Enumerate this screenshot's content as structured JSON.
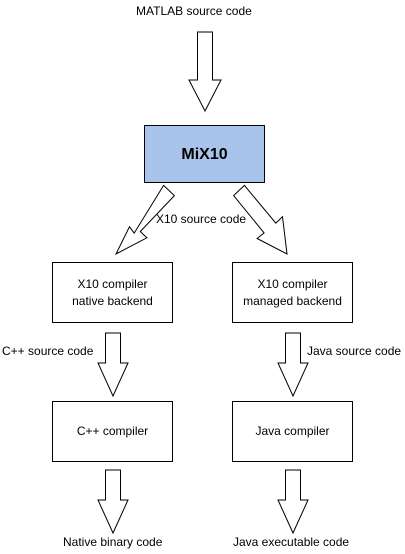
{
  "labels": {
    "matlab_source": "MATLAB source code",
    "x10_source": "X10 source code",
    "cpp_source": "C++ source code",
    "java_source": "Java source code",
    "native_binary": "Native binary code",
    "java_executable": "Java executable code"
  },
  "boxes": {
    "mix10": "MiX10",
    "x10_native_line1": "X10 compiler",
    "x10_native_line2": "native backend",
    "x10_managed_line1": "X10 compiler",
    "x10_managed_line2": "managed backend",
    "cpp_compiler": "C++ compiler",
    "java_compiler": "Java compiler"
  },
  "colors": {
    "main_box_fill": "#a9c4eb",
    "box_border": "#000000",
    "arrow_fill": "#ffffff"
  }
}
